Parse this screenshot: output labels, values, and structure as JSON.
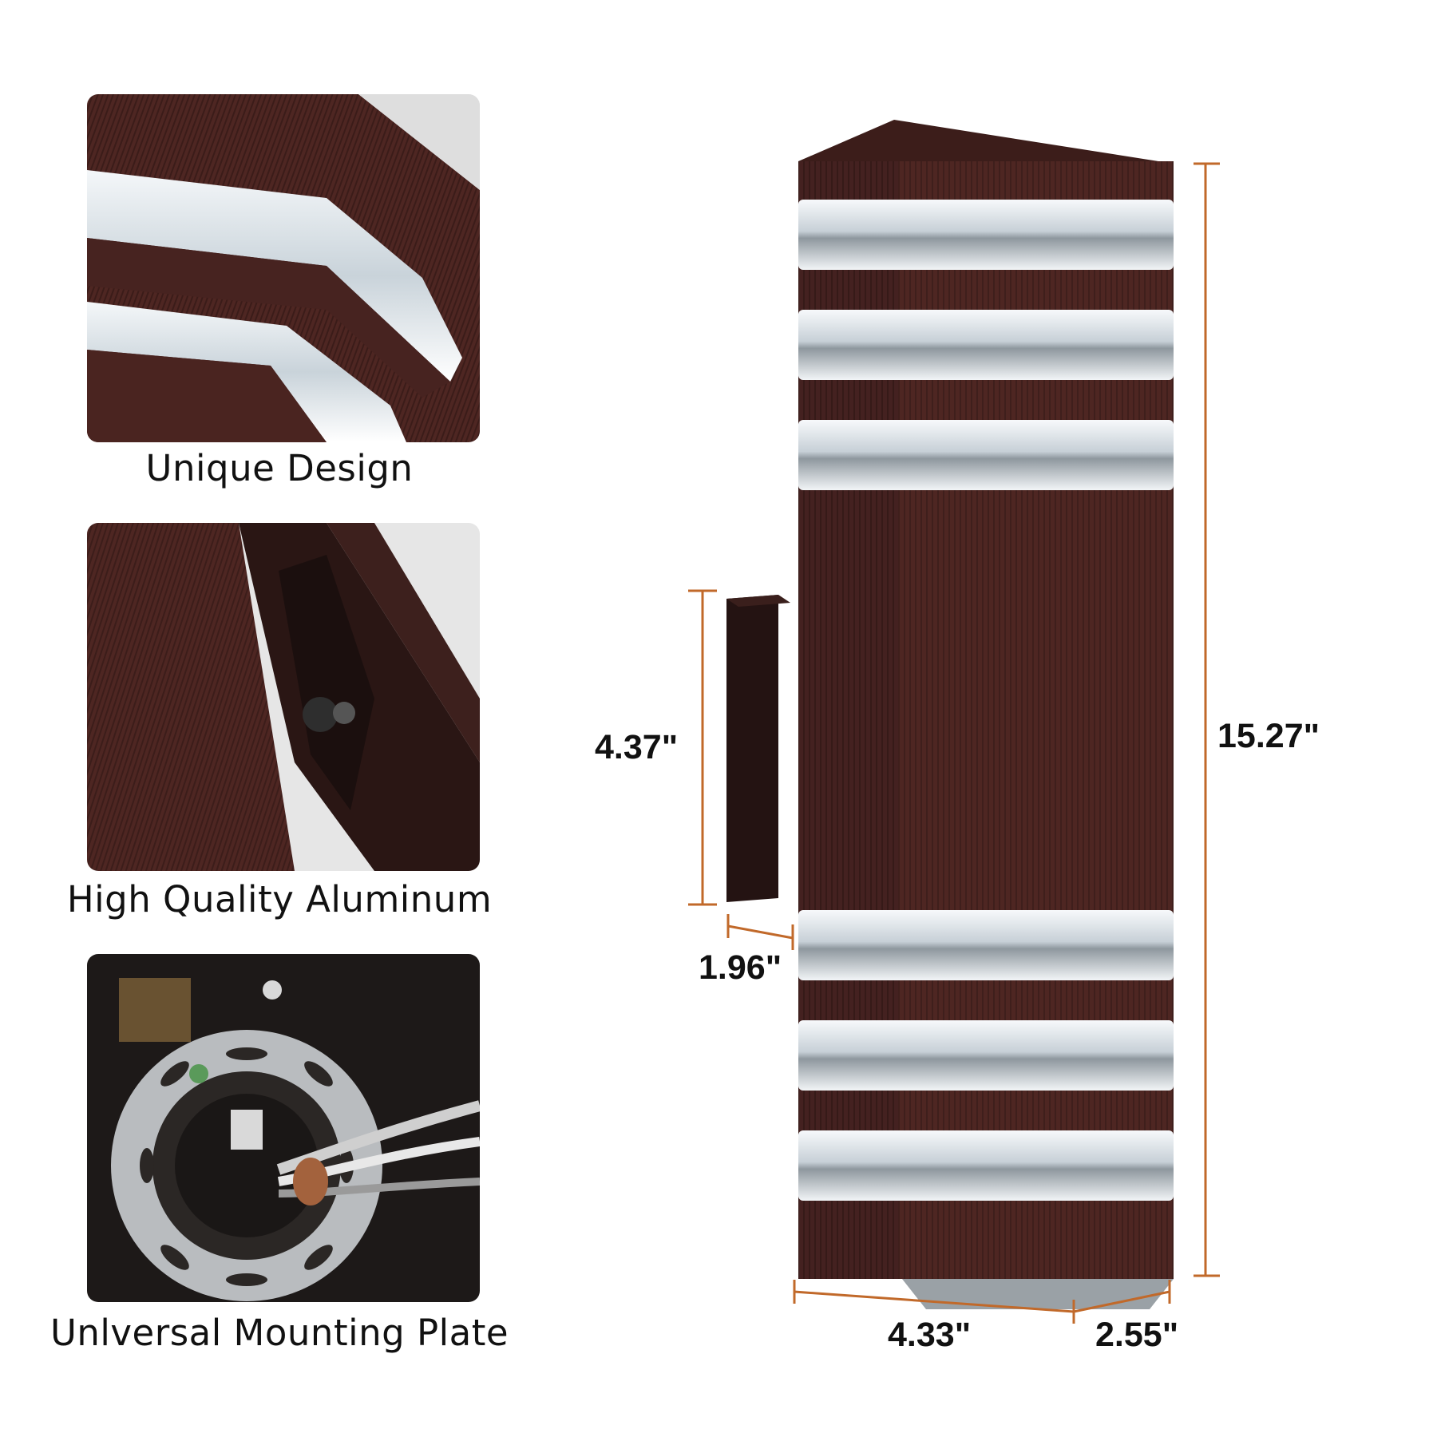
{
  "colors": {
    "body": "#4e2622",
    "body_dark": "#3a1b18",
    "glass": "#e8eef2",
    "dimension_line": "#c1692a"
  },
  "features": [
    {
      "label": "Unique Design"
    },
    {
      "label": "High Quality Aluminum"
    },
    {
      "label": "Unlversal Mounting Plate"
    }
  ],
  "dimensions": {
    "height": "15.27\"",
    "backplate_height": "4.37\"",
    "backplate_depth": "1.96\"",
    "width": "4.33\"",
    "depth": "2.55\""
  }
}
